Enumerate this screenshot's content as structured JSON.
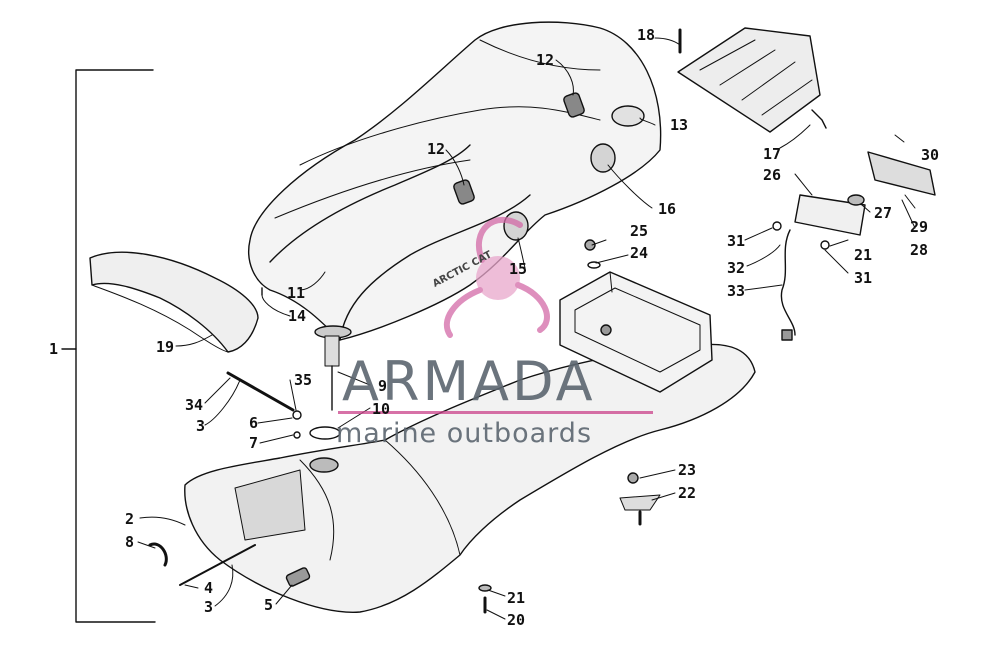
{
  "watermark": {
    "title": "ARMADA",
    "subtitle": "marine outboards",
    "accent_color": "#c9418a",
    "text_color": "#5c6670"
  },
  "seat_decal": "ARCTIC CAT",
  "callouts": {
    "c1": "1",
    "c2": "2",
    "c3a": "3",
    "c3b": "3",
    "c4": "4",
    "c5": "5",
    "c6": "6",
    "c7": "7",
    "c8": "8",
    "c9": "9",
    "c10": "10",
    "c11": "11",
    "c12a": "12",
    "c12b": "12",
    "c13": "13",
    "c14": "14",
    "c15": "15",
    "c16": "16",
    "c17": "17",
    "c18": "18",
    "c19": "19",
    "c20": "20",
    "c21a": "21",
    "c21b": "21",
    "c22": "22",
    "c23": "23",
    "c24": "24",
    "c25": "25",
    "c26": "26",
    "c27": "27",
    "c28": "28",
    "c29": "29",
    "c30": "30",
    "c31a": "31",
    "c31b": "31",
    "c32": "32",
    "c33": "33",
    "c34": "34",
    "c35": "35"
  }
}
